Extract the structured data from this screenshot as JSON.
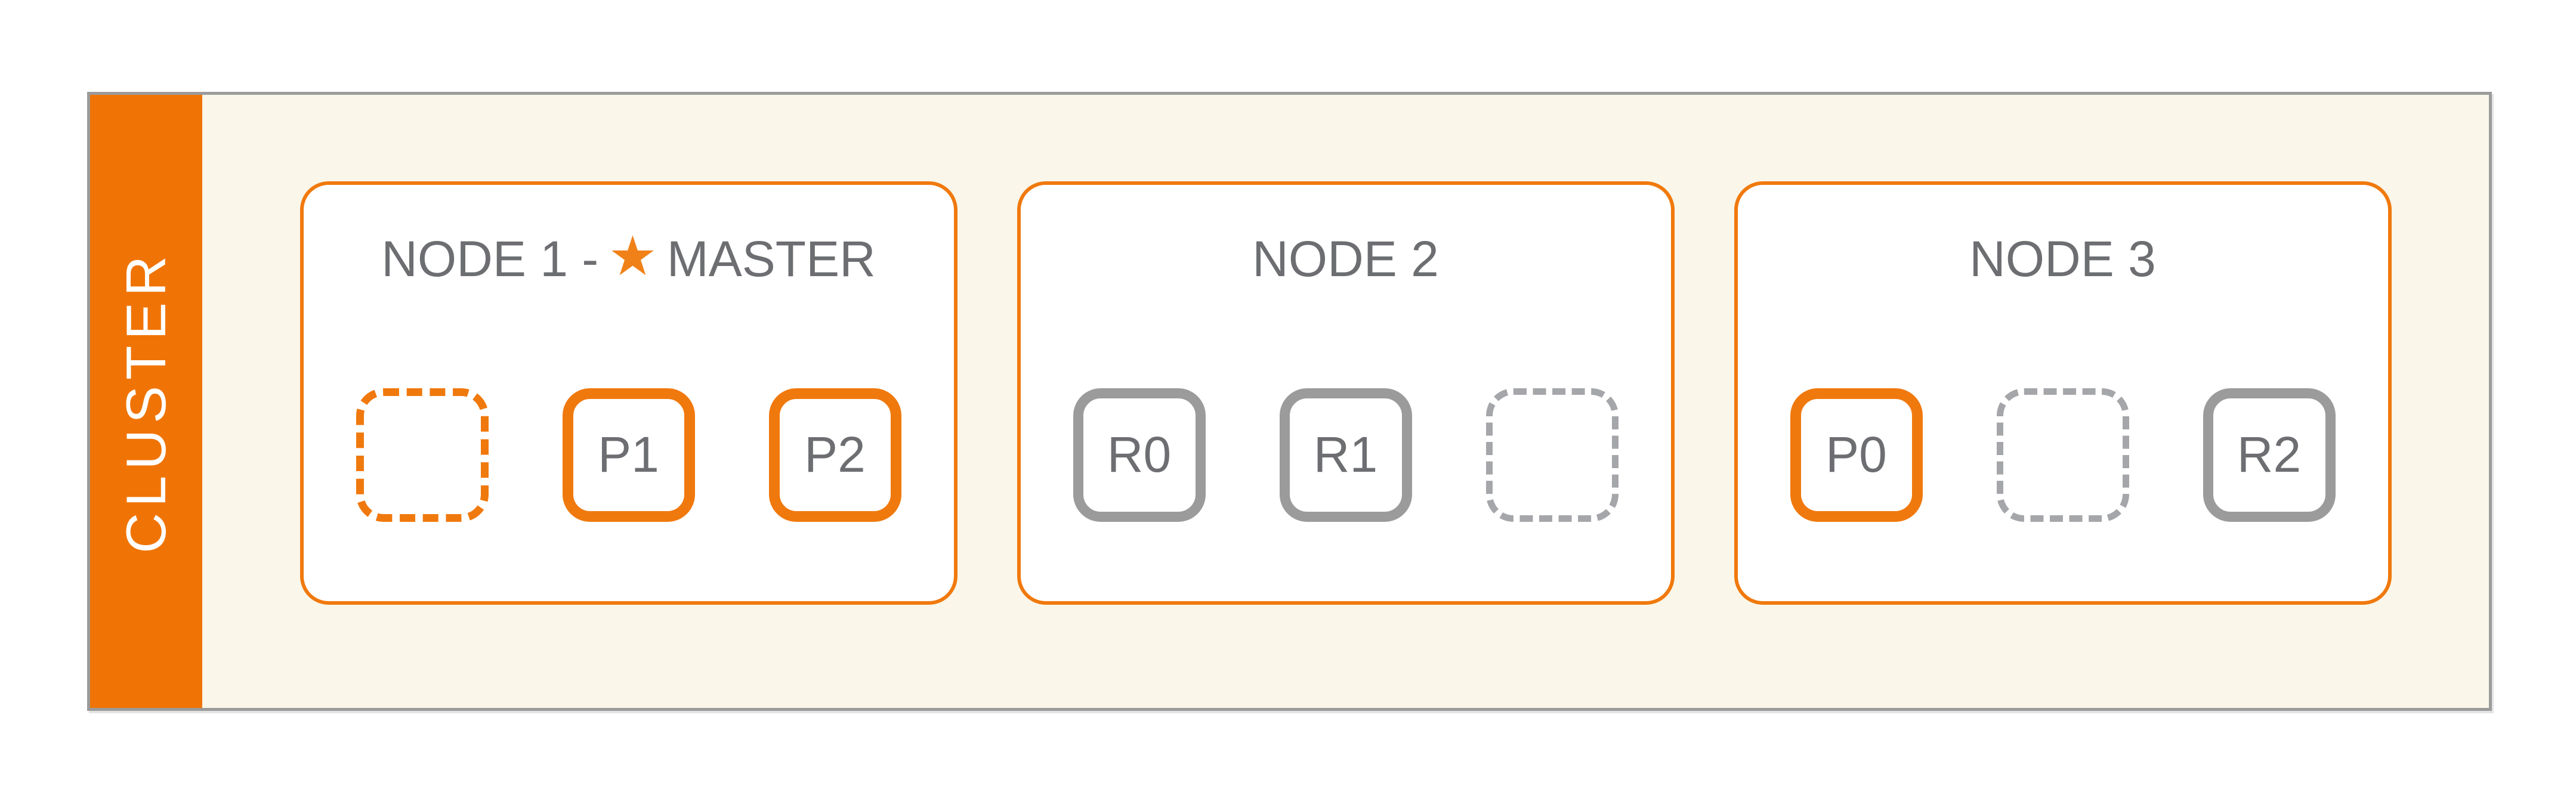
{
  "cluster": {
    "label": "CLUSTER",
    "nodes": [
      {
        "title": "NODE 1 -",
        "star_icon": "★",
        "title_suffix": "MASTER",
        "slots": [
          {
            "kind": "empty-primary",
            "label": ""
          },
          {
            "kind": "primary",
            "label": "P1"
          },
          {
            "kind": "primary",
            "label": "P2"
          }
        ]
      },
      {
        "title": "NODE 2",
        "slots": [
          {
            "kind": "replica",
            "label": "R0"
          },
          {
            "kind": "replica",
            "label": "R1"
          },
          {
            "kind": "empty-replica",
            "label": ""
          }
        ]
      },
      {
        "title": "NODE 3",
        "slots": [
          {
            "kind": "primary",
            "label": "P0"
          },
          {
            "kind": "empty-replica",
            "label": ""
          },
          {
            "kind": "replica",
            "label": "R2"
          }
        ]
      }
    ],
    "colors": {
      "accent_orange": "#F0790D",
      "sidebar_orange": "#F07405",
      "star_orange": "#F08119",
      "replica_gray": "#9B9B9B",
      "empty_gray": "#A4A6A9",
      "text_gray": "#6D6E71",
      "frame_border_gray": "#9B9B9B",
      "background_cream": "#FAF6E9",
      "white": "#FFFFFF"
    }
  }
}
